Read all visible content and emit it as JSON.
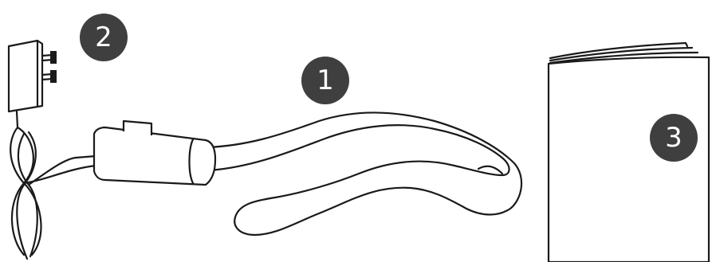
{
  "callouts": [
    {
      "id": "strap",
      "number": "1"
    },
    {
      "id": "charger",
      "number": "2"
    },
    {
      "id": "manual",
      "number": "3"
    }
  ],
  "colors": {
    "line": "#1a1a1a",
    "badge": "#3f3f3f",
    "badge_text": "#ffffff",
    "background": "#ffffff"
  }
}
